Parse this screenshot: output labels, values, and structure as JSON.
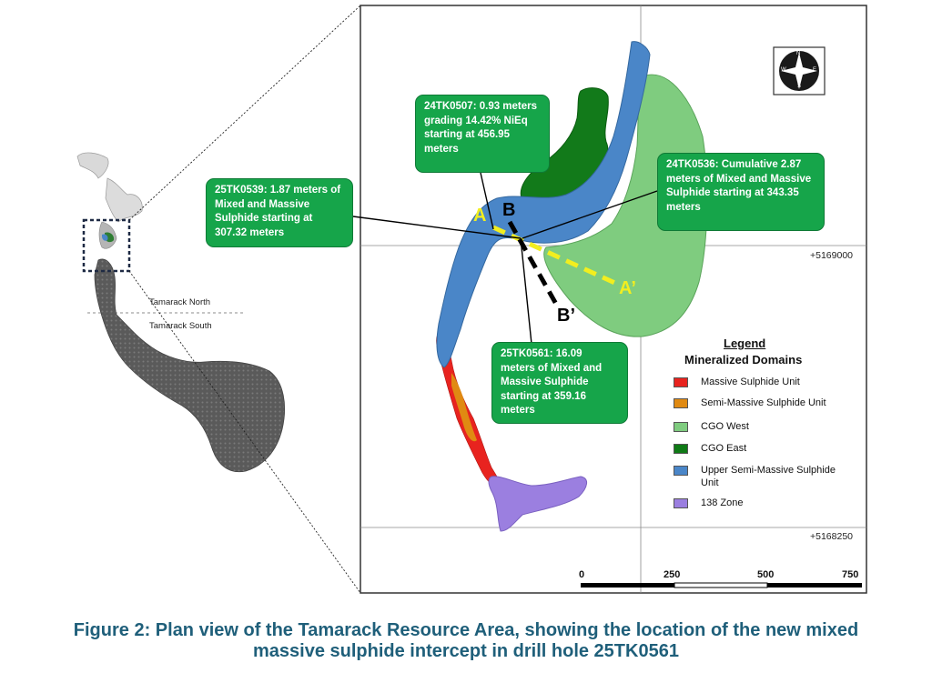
{
  "callouts": {
    "c1": "24TK0507: 0.93 meters grading 14.42% NiEq starting at 456.95  meters",
    "c2": "25TK0539: 1.87 meters of Mixed and Massive Sulphide starting at 307.32 meters",
    "c3": "24TK0536: Cumulative 2.87 meters of Mixed and Massive Sulphide starting at 343.35 meters",
    "c4": "25TK0561: 16.09 meters of Mixed and Massive Sulphide starting at 359.16 meters"
  },
  "sections": {
    "a": "A",
    "a_prime": "A’",
    "b": "B",
    "b_prime": "B’"
  },
  "coordinates": {
    "north_1": "+5169000",
    "north_2": "+5168250"
  },
  "scale_bar": {
    "labels": [
      "0",
      "250",
      "500",
      "750"
    ]
  },
  "overview": {
    "north_label": "Tamarack North",
    "south_label": "Tamarack South"
  },
  "compass": {
    "n": "N",
    "s": "S",
    "e": "E",
    "w": "W"
  },
  "legend": {
    "title": "Legend",
    "subtitle": "Mineralized Domains",
    "items": [
      {
        "label": "Massive Sulphide Unit",
        "color": "#e8231f"
      },
      {
        "label": "Semi-Massive Sulphide Unit",
        "color": "#e08a12"
      },
      {
        "label": "CGO West",
        "color": "#7fcc7f"
      },
      {
        "label": "CGO East",
        "color": "#0f7a16"
      },
      {
        "label": "Upper Semi-Massive Sulphide Unit",
        "color": "#4a86c8"
      },
      {
        "label": "138 Zone",
        "color": "#9b7fe0"
      }
    ]
  },
  "caption": {
    "line1": "Figure 2: Plan view of the Tamarack Resource Area, showing the location of the new mixed",
    "line2": "massive sulphide intercept in drill hole 25TK0561"
  },
  "colors": {
    "callout": "#16a54a",
    "caption": "#1f5f7a",
    "section_a": "#f2ee1f",
    "section_b": "#000000"
  }
}
